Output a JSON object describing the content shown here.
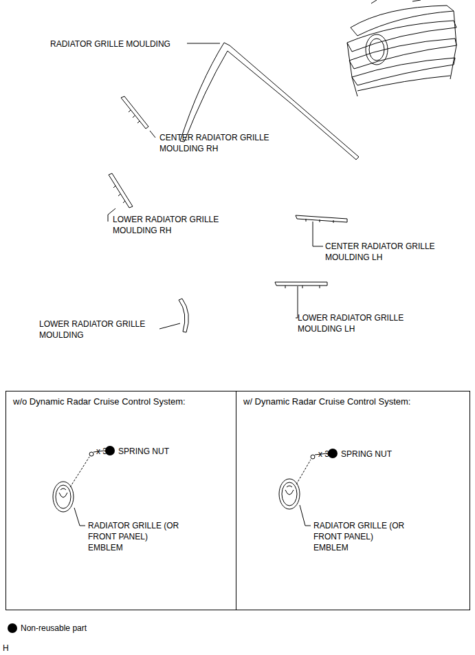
{
  "diagram": {
    "nodes": [
      {
        "text": [
          "w/o Dynamic Radar Cruise Control System:"
        ]
      },
      {
        "text": [
          "w/ Dynamic Radar Cruise Control System:"
        ]
      }
    ],
    "labels": [
      "RADIATOR GRILLE MOULDING",
      "CENTER RADIATOR GRILLE MOULDING RH",
      "LOWER RADIATOR GRILLE MOULDING RH",
      "CENTER RADIATOR GRILLE MOULDING LH",
      "LOWER RADIATOR GRILLE MOULDING",
      "LOWER RADIATOR GRILLE MOULDING LH",
      "SPRING NUT",
      "x 3",
      "RADIATOR GRILLE (OR FRONT PANEL) EMBLEM",
      "SPRING NUT",
      "x 3",
      "RADIATOR GRILLE (OR FRONT PANEL) EMBLEM",
      "H"
    ],
    "legend": [
      {
        "text": "Non-reusable part"
      }
    ]
  }
}
